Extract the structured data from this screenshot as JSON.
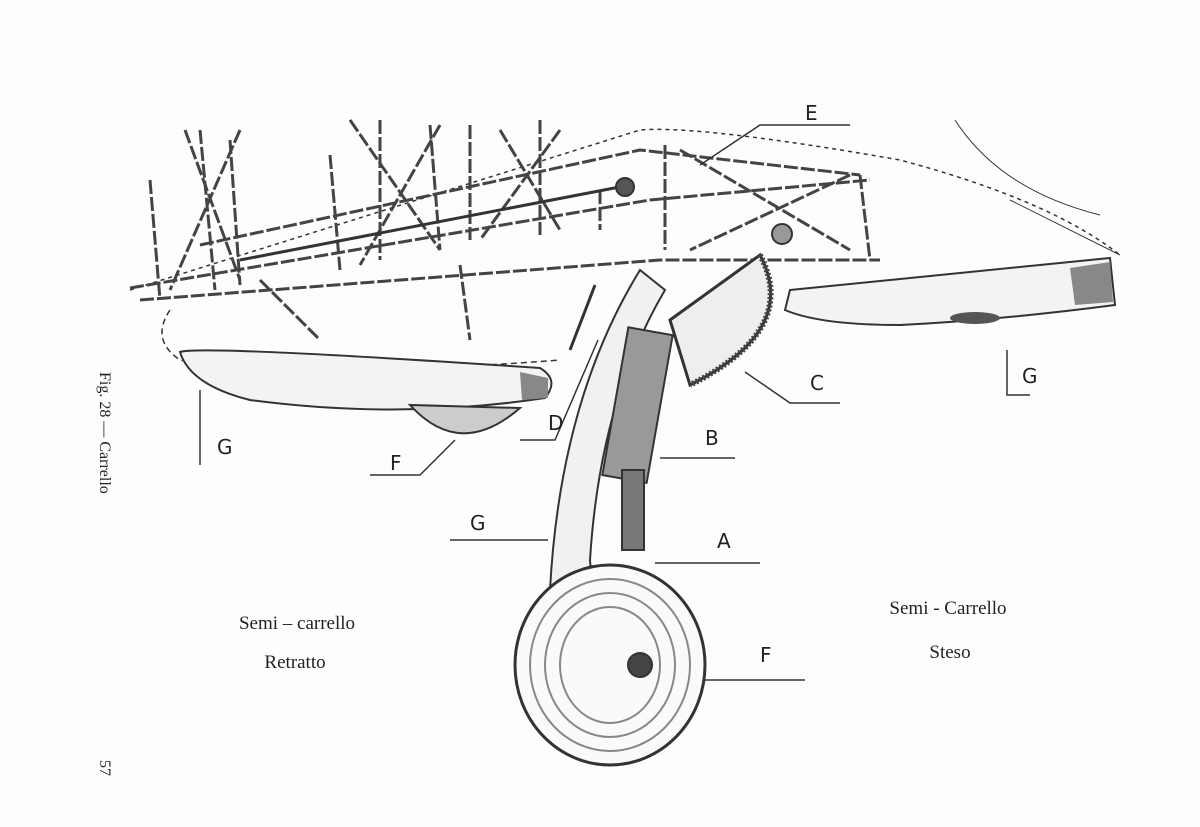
{
  "figure": {
    "caption": "Fig. 28 — Carrello",
    "page_number": "57"
  },
  "captions": {
    "retracted_line1": "Semi – carrello",
    "retracted_line2": "Retratto",
    "extended_line1": "Semi - Carrello",
    "extended_line2": "Steso"
  },
  "callouts": {
    "E": "E",
    "C": "C",
    "G_right": "G",
    "B": "B",
    "D": "D",
    "G_left": "G",
    "F_left": "F",
    "G_leg": "G",
    "A": "A",
    "F_wheel": "F"
  }
}
